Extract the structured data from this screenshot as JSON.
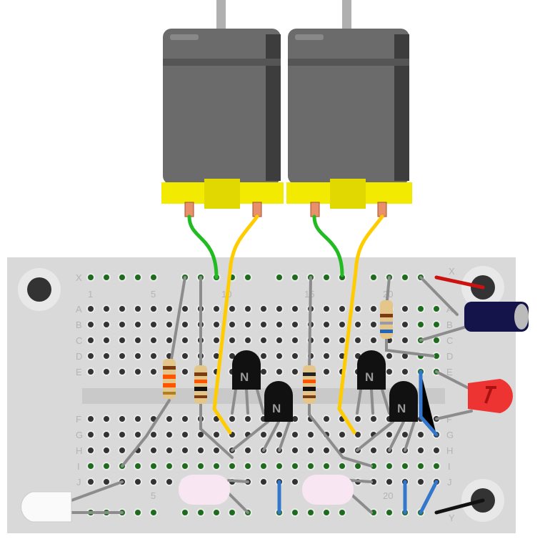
{
  "breadboard": {
    "row_labels_top": [
      "X",
      "A",
      "B",
      "C",
      "D",
      "E"
    ],
    "row_labels_bottom": [
      "F",
      "G",
      "H",
      "I",
      "J",
      "Y"
    ],
    "column_numbers_top": [
      "1",
      "5",
      "10",
      "15",
      "20"
    ],
    "column_numbers_bottom": [
      "5",
      "20"
    ]
  },
  "transistor_label": "N",
  "colors": {
    "board": "#d9d9d9",
    "wire_green": "#22cc22",
    "wire_yellow": "#ffcc00",
    "wire_blue": "#3377cc",
    "wire_red": "#cc1111",
    "motor_base": "#f2ea00"
  }
}
